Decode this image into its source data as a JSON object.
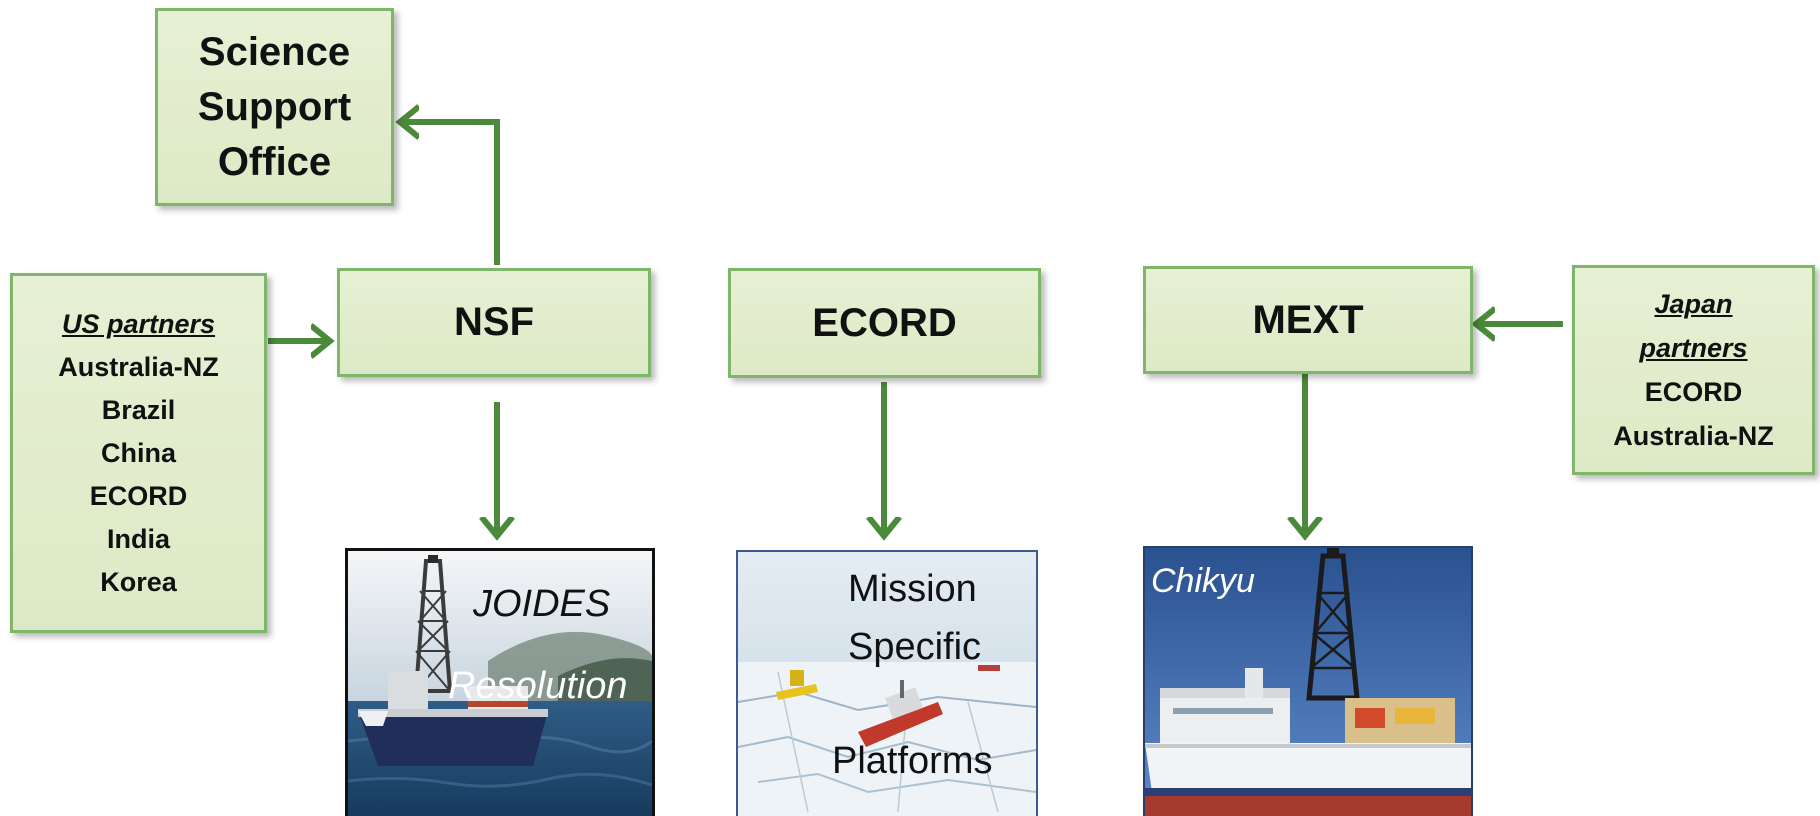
{
  "diagram": {
    "science_support_office": [
      "Science",
      "Support",
      "Office"
    ],
    "nsf": "NSF",
    "ecord": "ECORD",
    "mext": "MEXT",
    "us_partners": {
      "heading": "US partners",
      "items": [
        "Australia-NZ",
        "Brazil",
        "China",
        "ECORD",
        "India",
        "Korea"
      ]
    },
    "japan_partners": {
      "heading": [
        "Japan",
        "partners"
      ],
      "items": [
        "ECORD",
        "Australia-NZ"
      ]
    },
    "platforms": {
      "joides": [
        "JOIDES",
        "Resolution"
      ],
      "mission_specific": [
        "Mission",
        "Specific",
        "Platforms"
      ],
      "chikyu": "Chikyu"
    }
  },
  "colors": {
    "box_fill": "#e2ecd0",
    "box_border": "#7fb66a",
    "arrow": "#4a8a3a"
  }
}
